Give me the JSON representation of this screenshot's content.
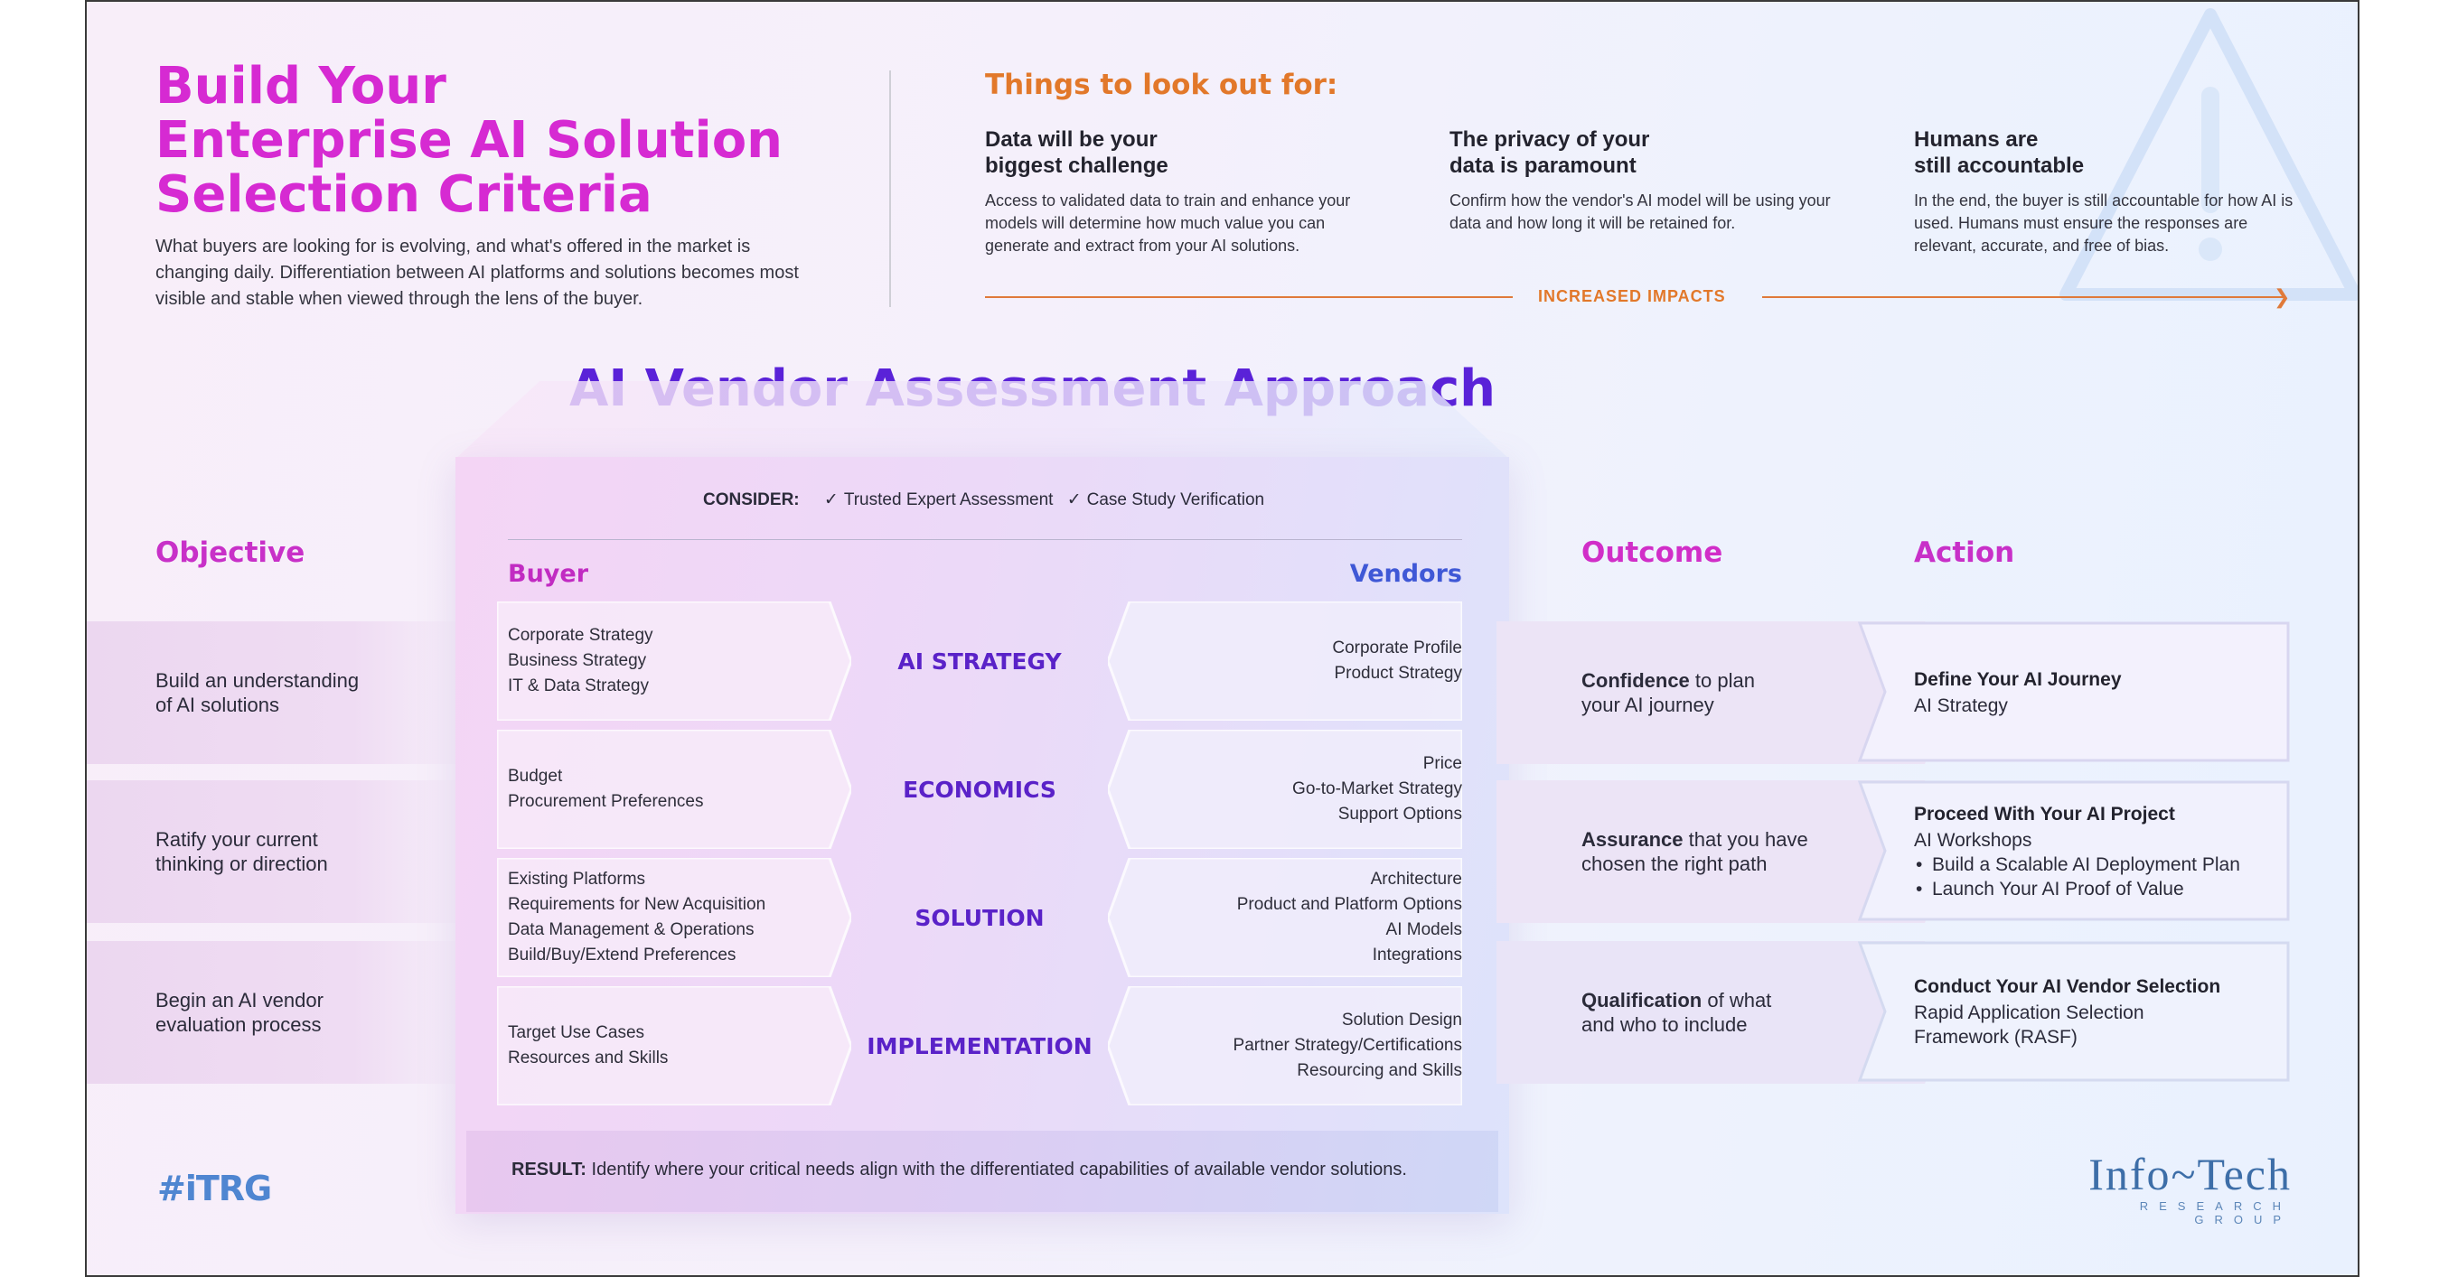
{
  "header": {
    "title_lines": [
      "Build Your",
      "Enterprise AI Solution",
      "Selection Criteria"
    ],
    "intro": "What buyers are looking for is evolving, and what's offered in the market is changing daily. Differentiation between AI platforms and solutions becomes most visible and stable when viewed through the lens of the buyer."
  },
  "lookout": {
    "title": "Things to look out for:",
    "items": [
      {
        "heading_lines": [
          "Data will be your",
          "biggest challenge"
        ],
        "text": "Access to validated data to train and enhance your models will determine how much value you can generate and extract from your AI solutions."
      },
      {
        "heading_lines": [
          "The privacy of your",
          "data is paramount"
        ],
        "text": "Confirm how the vendor's AI model will be using your data and how long it will be retained for."
      },
      {
        "heading_lines": [
          "Humans are",
          "still accountable"
        ],
        "text": "In the end, the buyer is still accountable for how AI is used. Humans must ensure the responses are relevant, accurate, and free of bias."
      }
    ],
    "impact_label": "INCREASED IMPACTS"
  },
  "approach": {
    "title": "AI Vendor Assessment Approach",
    "consider_label": "CONSIDER:",
    "consider_items": [
      "Trusted Expert Assessment",
      "Case Study Verification"
    ],
    "buyer_label": "Buyer",
    "vendor_label": "Vendors",
    "rows": [
      {
        "category": "AI STRATEGY",
        "buyer": [
          "Corporate Strategy",
          "Business Strategy",
          "IT & Data Strategy"
        ],
        "vendor": [
          "Corporate Profile",
          "Product Strategy"
        ]
      },
      {
        "category": "ECONOMICS",
        "buyer": [
          "Budget",
          "Procurement Preferences"
        ],
        "vendor": [
          "Price",
          "Go-to-Market Strategy",
          "Support Options"
        ]
      },
      {
        "category": "SOLUTION",
        "buyer": [
          "Existing Platforms",
          "Requirements for New Acquisition",
          "Data Management & Operations",
          "Build/Buy/Extend Preferences"
        ],
        "vendor": [
          "Architecture",
          "Product and Platform Options",
          "AI Models",
          "Integrations"
        ]
      },
      {
        "category": "IMPLEMENTATION",
        "buyer": [
          "Target Use Cases",
          "Resources and Skills"
        ],
        "vendor": [
          "Solution Design",
          "Partner Strategy/Certifications",
          "Resourcing and Skills"
        ]
      }
    ],
    "result_label": "RESULT:",
    "result_text": "Identify where your critical needs align with the differentiated capabilities of available vendor solutions."
  },
  "objective": {
    "heading": "Objective",
    "items": [
      [
        "Build an understanding",
        "of AI solutions"
      ],
      [
        "Ratify your current",
        "thinking or direction"
      ],
      [
        "Begin an AI vendor",
        "evaluation process"
      ]
    ]
  },
  "outcome": {
    "heading": "Outcome",
    "items": [
      {
        "bold": "Confidence",
        "rest_line1": " to plan",
        "line2": "your AI journey"
      },
      {
        "bold": "Assurance",
        "rest_line1": " that you have",
        "line2": "chosen the right path"
      },
      {
        "bold": "Qualification",
        "rest_line1": " of what",
        "line2": "and who to include"
      }
    ]
  },
  "action": {
    "heading": "Action",
    "items": [
      {
        "title": "Define Your AI Journey",
        "sub": [
          "AI Strategy"
        ],
        "bullets": []
      },
      {
        "title": "Proceed With Your AI Project",
        "sub": [
          "AI Workshops"
        ],
        "bullets": [
          "Build a Scalable AI Deployment Plan",
          "Launch Your AI Proof of Value"
        ]
      },
      {
        "title": "Conduct Your AI Vendor Selection",
        "sub": [
          "Rapid Application Selection",
          "Framework (RASF)"
        ],
        "bullets": []
      }
    ]
  },
  "logos": {
    "itrg": "#iTRG",
    "infotech_name": "Info~Tech",
    "infotech_sub": "RESEARCH GROUP"
  },
  "colors": {
    "magenta": "#d62ad2",
    "purple": "#5a22d8",
    "orange": "#e2782a",
    "blue": "#3f58d6"
  }
}
